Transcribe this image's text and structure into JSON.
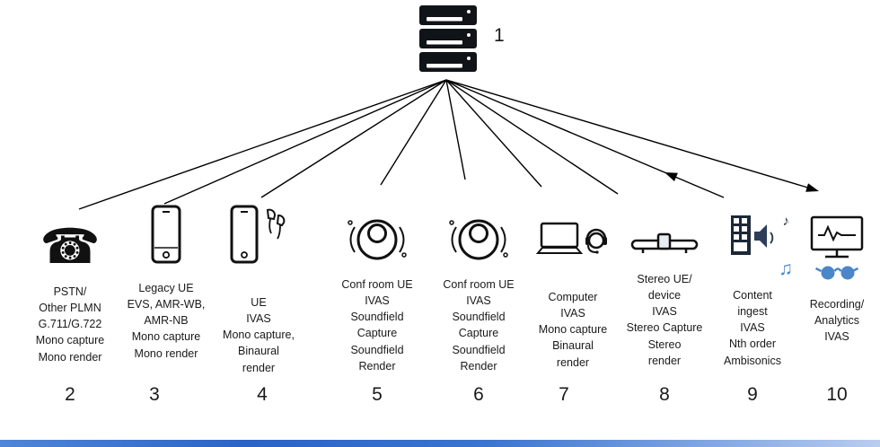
{
  "server": {
    "number": "1",
    "icon": "server-rack-icon"
  },
  "glyphs": {
    "telephone": "☎",
    "note_single": "♪",
    "note_double": "♫"
  },
  "colors": {
    "line": "#000000",
    "icon_ink": "#111111",
    "glasses_blue": "#4a86c8",
    "media_dark": "#1c2836",
    "bottom_bar_blue": "#2b63c6"
  },
  "nodes": [
    {
      "number": "2",
      "icon": "telephone-icon",
      "lines": [
        "PSTN/",
        "Other PLMN",
        "G.711/G.722",
        "Mono capture",
        "Mono render"
      ]
    },
    {
      "number": "3",
      "icon": "smartphone-icon",
      "lines": [
        "Legacy UE",
        "EVS, AMR-WB,",
        "AMR-NB",
        "Mono capture",
        "Mono render"
      ]
    },
    {
      "number": "4",
      "icon": "smartphone-earbuds-icon",
      "lines": [
        "UE",
        "IVAS",
        "Mono capture,",
        "Binaural",
        "render"
      ]
    },
    {
      "number": "5",
      "icon": "conference-speaker-icon",
      "lines": [
        "Conf room UE",
        "IVAS",
        "Soundfield",
        "Capture",
        "Soundfield",
        "Render"
      ]
    },
    {
      "number": "6",
      "icon": "conference-speaker-icon",
      "lines": [
        "Conf room UE",
        "IVAS",
        "Soundfield",
        "Capture",
        "Soundfield",
        "Render"
      ]
    },
    {
      "number": "7",
      "icon": "laptop-headset-icon",
      "lines": [
        "Computer",
        "IVAS",
        "Mono capture",
        "Binaural",
        "render"
      ]
    },
    {
      "number": "8",
      "icon": "stereo-soundbar-icon",
      "lines": [
        "Stereo UE/",
        "device",
        "IVAS",
        "Stereo Capture",
        "Stereo",
        "render"
      ]
    },
    {
      "number": "9",
      "icon": "content-media-icon",
      "lines": [
        "Content",
        "ingest",
        "IVAS",
        "Nth order",
        "Ambisonics"
      ]
    },
    {
      "number": "10",
      "icon": "monitor-analytics-icon",
      "lines": [
        "Recording/",
        "Analytics",
        "IVAS"
      ]
    }
  ]
}
